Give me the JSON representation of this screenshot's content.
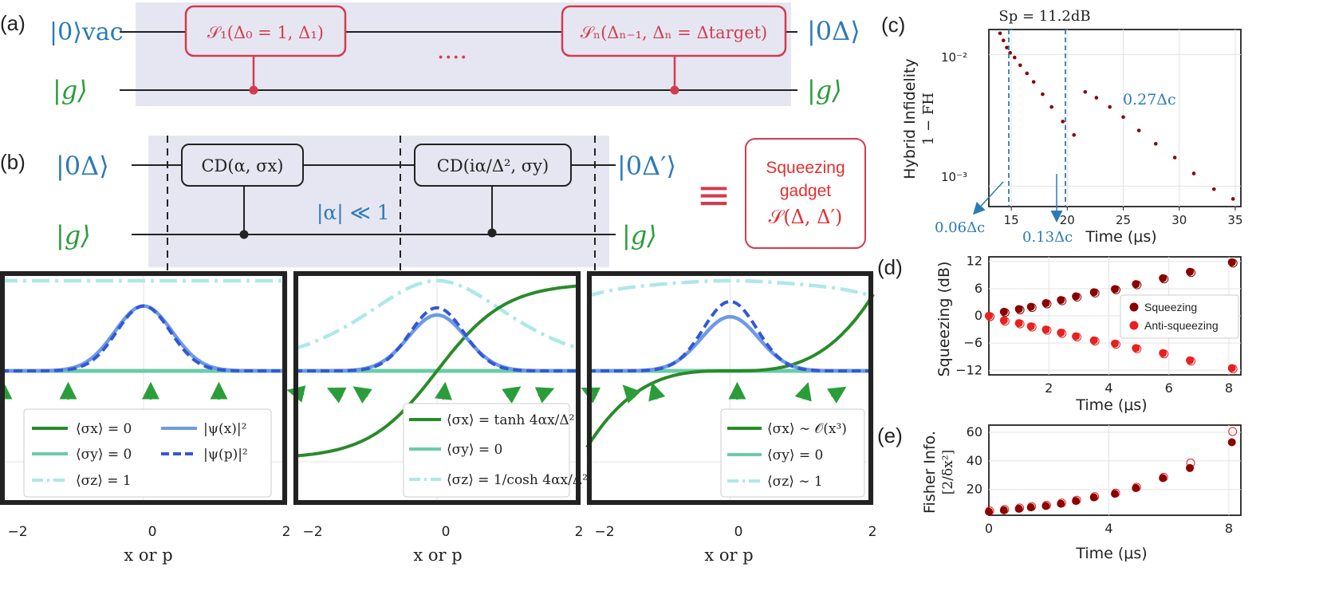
{
  "labels": {
    "a": "(a)",
    "b": "(b)",
    "c": "(c)",
    "d": "(d)",
    "e": "(e)"
  },
  "panel_a": {
    "in_vac": "|0⟩vac",
    "in_g": "|g⟩",
    "out_delta": "|0Δ⟩",
    "out_g": "|g⟩",
    "gate1": "𝒮₁(Δ₀ = 1, Δ₁)",
    "gate_n": "𝒮ₙ(Δₙ₋₁, Δₙ = Δtarget)",
    "dots": "····"
  },
  "panel_b": {
    "in_delta": "|0Δ⟩",
    "in_g": "|g⟩",
    "out_delta": "|0Δ′⟩",
    "out_g": "|g⟩",
    "gate1": "CD(α, σx)",
    "gate2": "CD(iα/Δ², σy)",
    "condition": "|α| ≪ 1",
    "equiv": "≡",
    "gadget_l1": "Squeezing",
    "gadget_l2": "gadget",
    "gadget_l3": "𝒮(Δ, Δ′)"
  },
  "wigner_panels": {
    "xlabel": "x or p",
    "ticks": [
      "−2",
      "0",
      "2"
    ],
    "p1": {
      "leg": [
        "⟨σx⟩ = 0",
        "⟨σy⟩ = 0",
        "⟨σz⟩ = 1",
        "|ψ(x)|²",
        "|ψ(p)|²"
      ]
    },
    "p2": {
      "leg": [
        "⟨σx⟩ = tanh 4αx/Δ²",
        "⟨σy⟩ = 0",
        "⟨σz⟩ = 1/cosh 4αx/Δ²"
      ]
    },
    "p3": {
      "leg": [
        "⟨σx⟩ ∼ 𝒪(x³)",
        "⟨σy⟩ = 0",
        "⟨σz⟩ ∼ 1"
      ]
    }
  },
  "panel_c": {
    "title": "Sp = 11.2dB",
    "ylabel1": "Hybrid Infidelity",
    "ylabel2": "1 − FH",
    "xlabel": "Time (μs)",
    "ann1": "0.27Δc",
    "ann2": "0.06Δc",
    "ann3": "0.13Δc",
    "xticks": [
      "15",
      "20",
      "25",
      "30",
      "35"
    ],
    "yticks": [
      "10⁻²",
      "10⁻³"
    ]
  },
  "panel_d": {
    "ylabel": "Squeezing (dB)",
    "xlabel": "Time (μs)",
    "xticks": [
      "2",
      "4",
      "6",
      "8"
    ],
    "yticks": [
      "12",
      "6",
      "0",
      "−6",
      "−12"
    ],
    "legend": [
      "Squeezing",
      "Anti-squeezing"
    ]
  },
  "panel_e": {
    "ylabel1": "Fisher Info.",
    "ylabel2": "[2/δx²]",
    "xlabel": "Time (μs)",
    "xticks": [
      "0",
      "4",
      "8"
    ],
    "yticks": [
      "60",
      "40",
      "20"
    ]
  },
  "colors": {
    "blue": "#2c7bb6",
    "green": "#2a9d3a",
    "red": "#d23c4e",
    "gatefill": "#e6e6f2",
    "darkred": "#8b0000",
    "red2": "#e82020"
  },
  "chart_data": [
    {
      "type": "scatter",
      "panel": "c",
      "title": "Sp = 11.2dB",
      "xlabel": "Time (μs)",
      "ylabel": "Hybrid Infidelity 1 − FH",
      "xlim": [
        13,
        35.5
      ],
      "ylim": [
        0.0007,
        0.0155
      ],
      "yscale": "log",
      "x": [
        14.0,
        14.3,
        14.6,
        14.9,
        15.3,
        15.8,
        16.4,
        17.0,
        17.8,
        18.6,
        19.6,
        20.6,
        21.6,
        22.6,
        23.8,
        25.0,
        26.4,
        27.9,
        29.6,
        31.3,
        33.1,
        34.8
      ],
      "y": [
        0.0145,
        0.0128,
        0.0113,
        0.0103,
        0.0095,
        0.0083,
        0.0072,
        0.0062,
        0.005,
        0.004,
        0.0031,
        0.00245,
        0.0052,
        0.0047,
        0.004,
        0.00335,
        0.00265,
        0.0021,
        0.00165,
        0.00125,
        0.00095,
        0.0008
      ]
    },
    {
      "type": "scatter",
      "panel": "d",
      "xlabel": "Time (μs)",
      "ylabel": "Squeezing (dB)",
      "xlim": [
        0,
        8.4
      ],
      "ylim": [
        -13,
        13
      ],
      "series": [
        {
          "name": "Squeezing",
          "x": [
            0,
            0.5,
            1,
            1.4,
            1.9,
            2.4,
            2.9,
            3.5,
            4.2,
            4.9,
            5.8,
            6.7,
            8.1
          ],
          "y": [
            0,
            0.9,
            1.5,
            2.0,
            2.8,
            3.5,
            4.3,
            5.2,
            5.9,
            7.0,
            8.3,
            9.7,
            11.8
          ]
        },
        {
          "name": "Anti-squeezing",
          "x": [
            0,
            0.5,
            1,
            1.4,
            1.9,
            2.4,
            2.9,
            3.5,
            4.2,
            4.9,
            5.8,
            6.7,
            8.1
          ],
          "y": [
            0,
            -1.0,
            -1.6,
            -2.3,
            -3.0,
            -3.7,
            -4.5,
            -5.4,
            -6.1,
            -7.1,
            -8.2,
            -9.8,
            -11.5
          ]
        }
      ]
    },
    {
      "type": "scatter",
      "panel": "e",
      "xlabel": "Time (μs)",
      "ylabel": "Fisher Info. [2/δx²]",
      "xlim": [
        0,
        8.4
      ],
      "ylim": [
        2,
        65
      ],
      "x": [
        0,
        0.5,
        1,
        1.4,
        1.9,
        2.4,
        2.9,
        3.5,
        4.2,
        4.9,
        5.8,
        6.7,
        8.1
      ],
      "y": [
        4.5,
        5.5,
        6.5,
        7.5,
        8.5,
        10,
        12,
        14.5,
        17,
        21,
        28,
        38,
        60
      ]
    }
  ]
}
